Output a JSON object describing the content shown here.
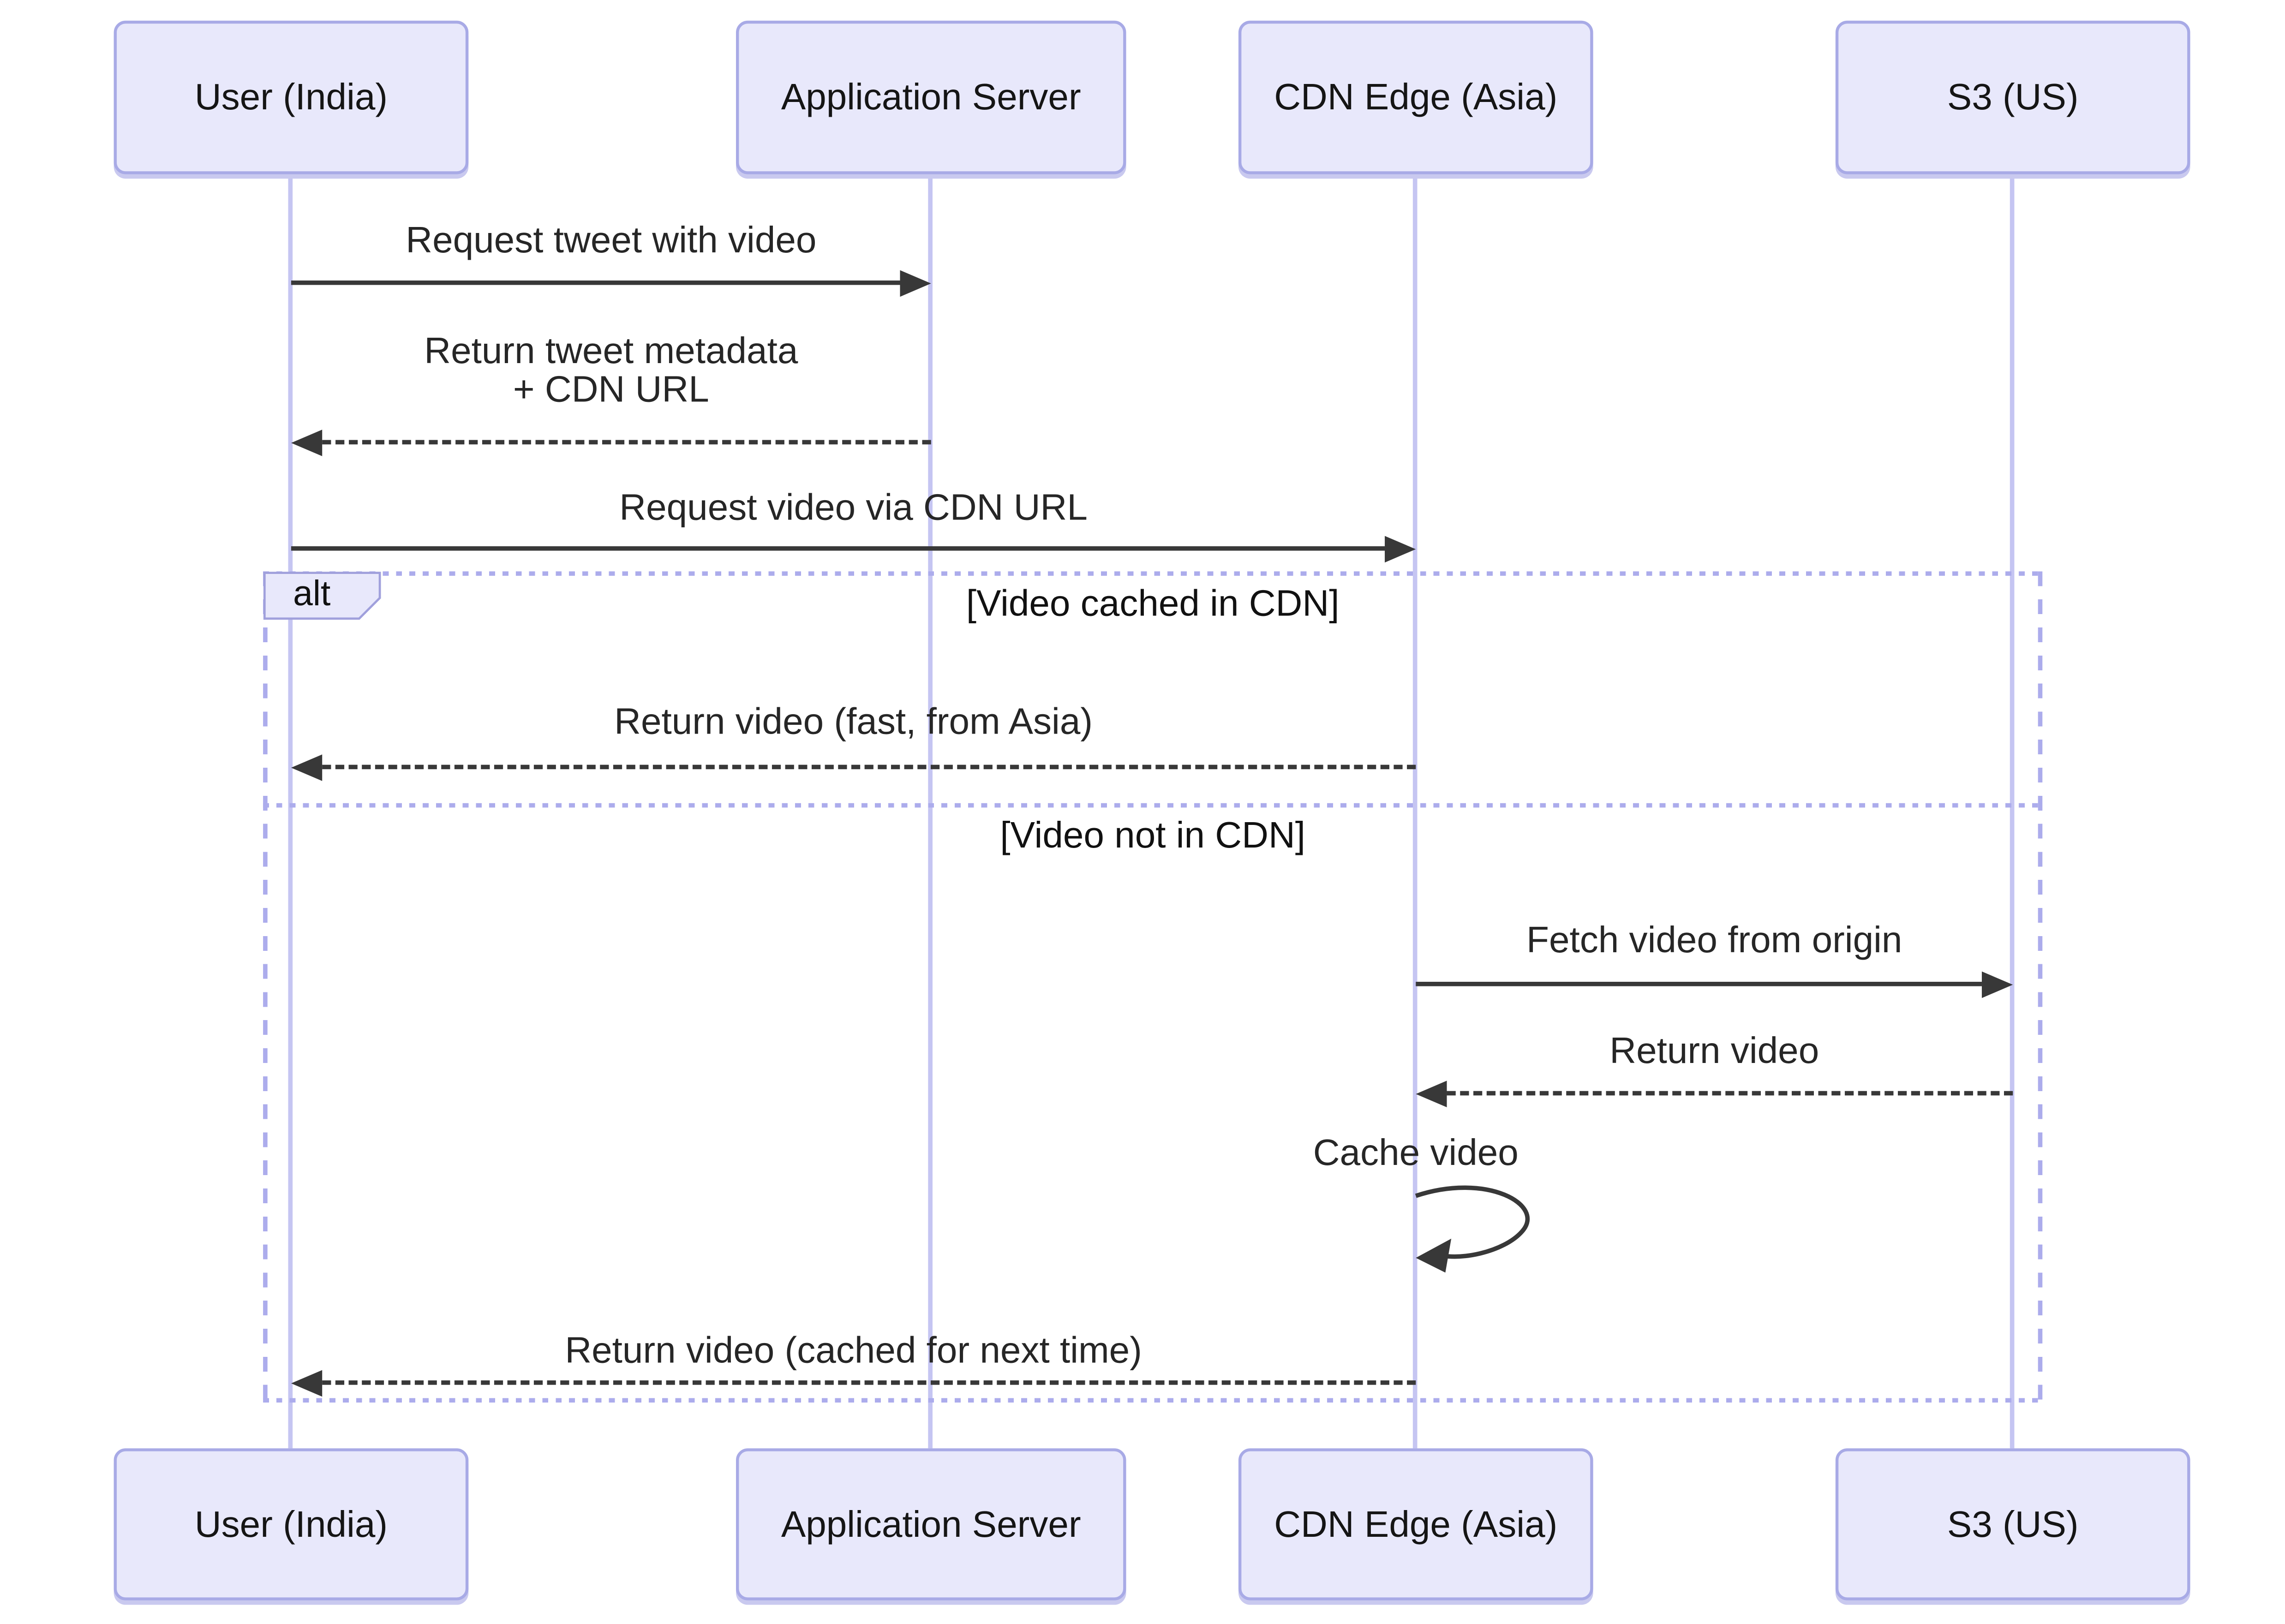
{
  "diagram": {
    "type": "sequence-diagram",
    "actors": [
      {
        "id": "user",
        "label": "User (India)"
      },
      {
        "id": "app",
        "label": "Application Server"
      },
      {
        "id": "cdn",
        "label": "CDN Edge (Asia)"
      },
      {
        "id": "s3",
        "label": "S3 (US)"
      }
    ],
    "messages": [
      {
        "from": "user",
        "to": "app",
        "style": "solid",
        "label": "Request tweet with video"
      },
      {
        "from": "app",
        "to": "user",
        "style": "dashed",
        "label": "Return tweet metadata",
        "label2": "+ CDN URL"
      },
      {
        "from": "user",
        "to": "cdn",
        "style": "solid",
        "label": "Request video via CDN URL"
      },
      {
        "from": "cdn",
        "to": "user",
        "style": "dashed",
        "label": "Return video (fast, from Asia)"
      },
      {
        "from": "cdn",
        "to": "s3",
        "style": "solid",
        "label": "Fetch video from origin"
      },
      {
        "from": "s3",
        "to": "cdn",
        "style": "dashed",
        "label": "Return video"
      },
      {
        "from": "cdn",
        "to": "cdn",
        "style": "self",
        "label": "Cache video"
      },
      {
        "from": "cdn",
        "to": "user",
        "style": "dashed",
        "label": "Return video (cached for next time)"
      }
    ],
    "alt": {
      "label": "alt",
      "sections": [
        {
          "condition": "[Video cached in CDN]"
        },
        {
          "condition": "[Video not in CDN]"
        }
      ]
    },
    "colors": {
      "actor_fill": "#E8E8FB",
      "actor_border": "#A8AAE6",
      "lifeline": "#C5C5F2",
      "frame_border": "#ACACEC",
      "arrow": "#383838",
      "text": "#1F1F1F",
      "background": "#FFFFFF"
    }
  }
}
